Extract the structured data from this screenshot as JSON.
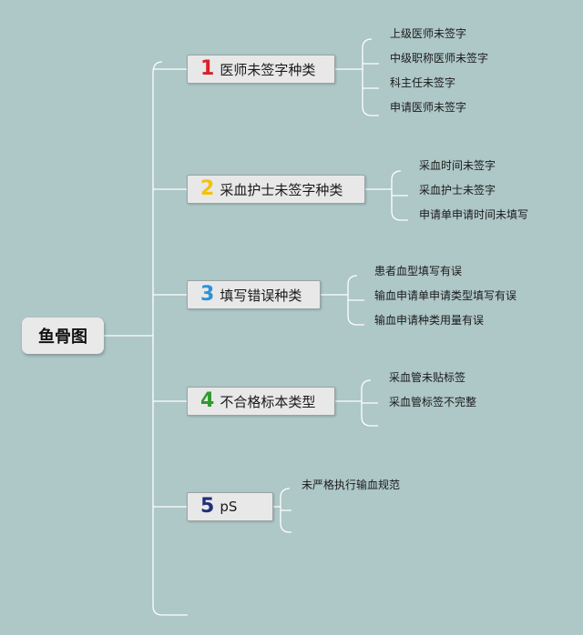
{
  "root": {
    "label": "鱼骨图"
  },
  "categories": [
    {
      "number": "1",
      "number_color": "#d8202a",
      "label": "医师未签字种类",
      "items": [
        "上级医师未签字",
        "中级职称医师未签字",
        "科主任未签字",
        "申请医师未签字"
      ]
    },
    {
      "number": "2",
      "number_color": "#f2c20c",
      "label": "采血护士未签字种类",
      "items": [
        "采血时间未签字",
        "采血护士未签字",
        "申请单申请时间未填写"
      ]
    },
    {
      "number": "3",
      "number_color": "#2a93d8",
      "label": "填写错误种类",
      "items": [
        "患者血型填写有误",
        "输血申请单申请类型填写有误",
        "输血申请种类用量有误"
      ]
    },
    {
      "number": "4",
      "number_color": "#2e9b2e",
      "label": "不合格标本类型",
      "items": [
        "采血管未贴标签",
        "采血管标签不完整"
      ]
    },
    {
      "number": "5",
      "number_color": "#1f2f7a",
      "label": "pS",
      "items": [
        "未严格执行输血规范"
      ]
    }
  ]
}
